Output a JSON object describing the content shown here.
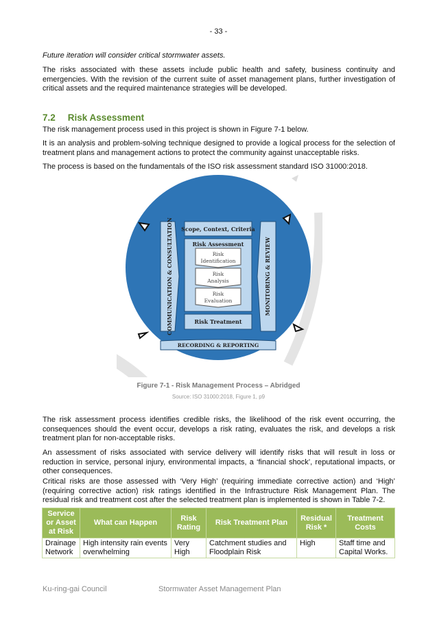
{
  "page_number": "- 33 -",
  "intro_italic": "Future iteration will consider critical stormwater assets.",
  "para1": "The risks associated with these assets include public health and safety, business continuity and emergencies. With the revision of the current suite of asset management plans, further investigation of critical assets and the required maintenance strategies will be developed.",
  "section": {
    "number": "7.2",
    "title": "Risk Assessment"
  },
  "para2": "The risk management process used in this project is shown in Figure 7-1 below.",
  "para3": "It is an analysis and problem-solving technique designed to provide a logical process for the selection of treatment plans and management actions to protect the community against unacceptable risks.",
  "para4": "The process is based on the fundamentals of the ISO risk assessment standard ISO 31000:2018.",
  "diagram": {
    "left_column": "COMMUNICATION & CONSULTATION",
    "right_column": "MONITORING & REVIEW",
    "scope": "Scope, Context, Criteria",
    "assessment": "Risk Assessment",
    "steps": [
      [
        "Risk",
        "Identification"
      ],
      [
        "Risk",
        "Analysis"
      ],
      [
        "Risk",
        "Evaluation"
      ]
    ],
    "treatment": "Risk Treatment",
    "recording": "RECORDING & REPORTING"
  },
  "figure_caption": "Figure 7-1 - Risk Management Process – Abridged",
  "figure_source": "Source: ISO 31000:2018, Figure 1, p9",
  "para5": "The risk assessment process identifies credible risks, the likelihood of the risk event occurring, the consequences should the event occur, develops a risk rating, evaluates the risk, and develops a risk treatment plan for non-acceptable risks.",
  "para6": "An assessment of risks associated with service delivery will identify risks that will result in loss or reduction in service, personal injury, environmental impacts, a ‘financial shock’, reputational impacts, or other consequences.",
  "para7": "Critical risks are those assessed with ‘Very High’ (requiring immediate corrective action) and ‘High’ (requiring corrective action) risk ratings identified in the Infrastructure Risk Management Plan. The residual risk and treatment cost after the selected treatment plan is implemented is shown in Table 7-2.",
  "table": {
    "headers": [
      "Service or Asset at Risk",
      "What can Happen",
      "Risk Rating",
      "Risk Treatment Plan",
      "Residual Risk *",
      "Treatment Costs"
    ],
    "rows": [
      [
        "Drainage Network",
        "High intensity rain events overwhelming",
        "Very High",
        "Catchment studies and Floodplain Risk",
        "High",
        "Staff time and Capital Works."
      ]
    ]
  },
  "footer": {
    "left": "Ku-ring-gai Council",
    "center": "Stormwater Asset Management Plan"
  },
  "colors": {
    "heading": "#5a8a2e",
    "table_header": "#9bbb59",
    "circle": "#2e75b6",
    "box": "#bdd7ee"
  }
}
